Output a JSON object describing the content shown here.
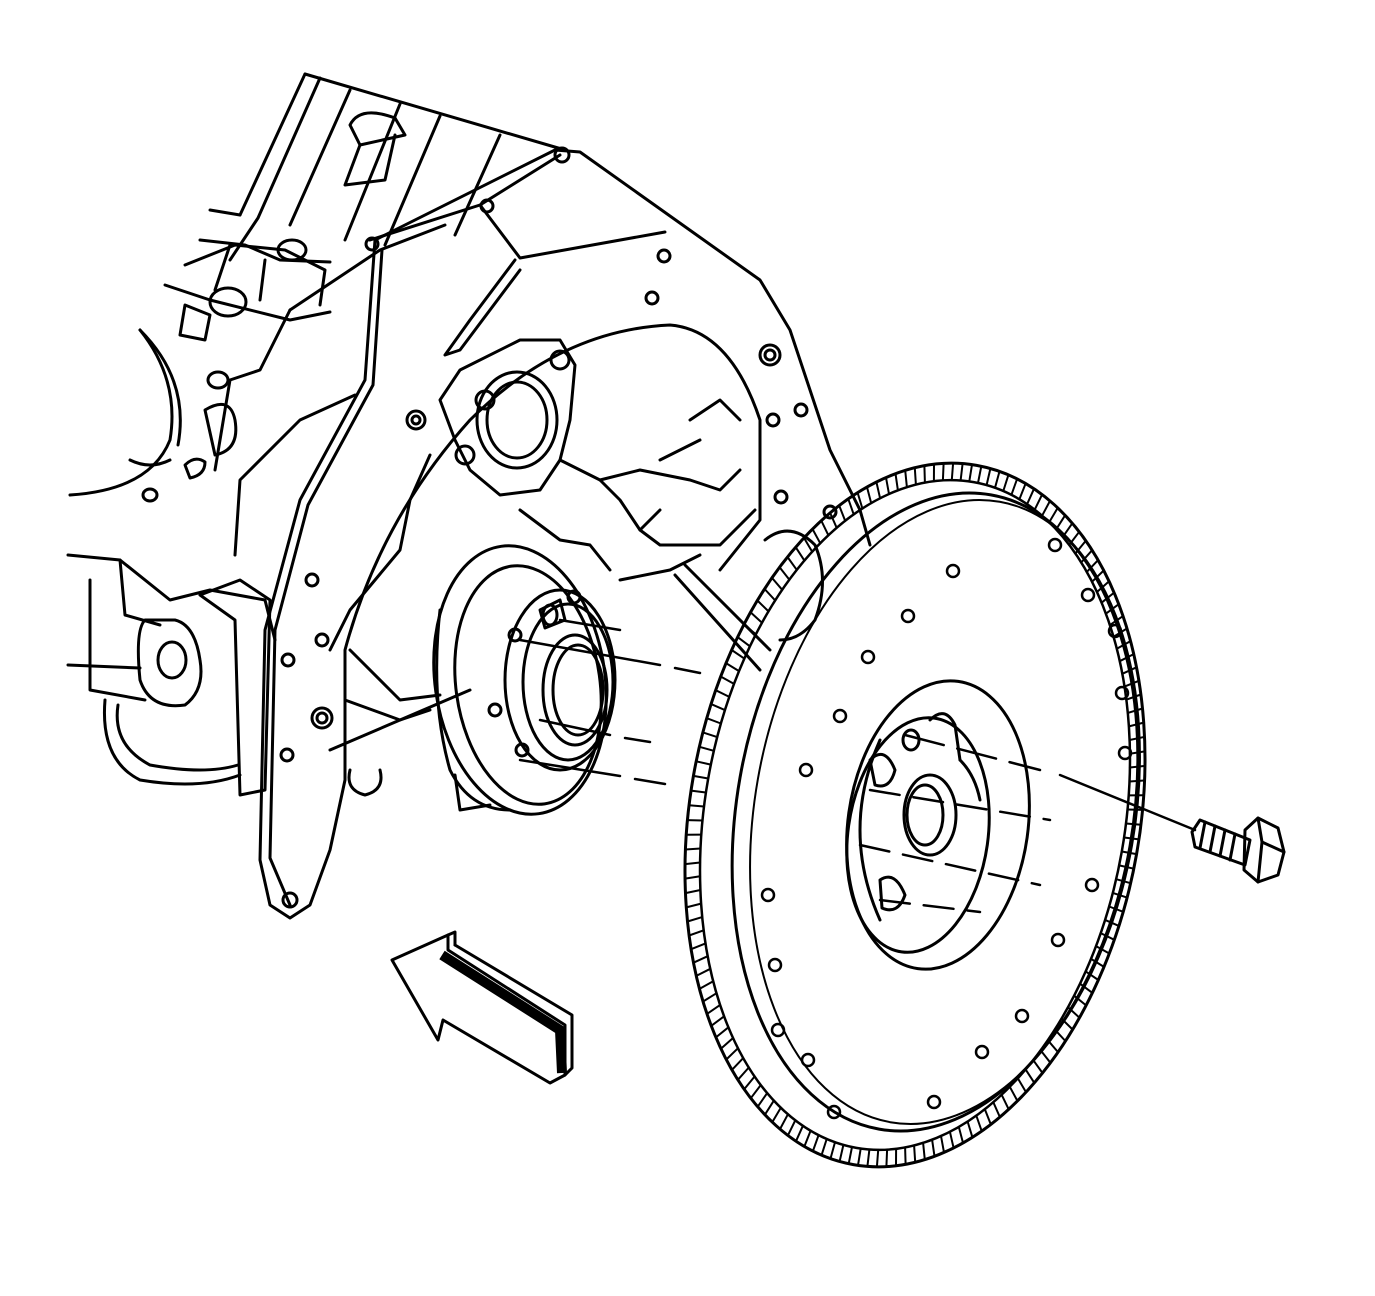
{
  "figure": {
    "kind": "exploded-view line drawing",
    "parts": [
      {
        "id": "engine-block-rear",
        "label": ""
      },
      {
        "id": "engine-rear-plate",
        "label": ""
      },
      {
        "id": "crankshaft-flange",
        "label": ""
      },
      {
        "id": "flywheel",
        "label": ""
      },
      {
        "id": "flywheel-bolt",
        "label": ""
      },
      {
        "id": "front-direction-arrow",
        "label": ""
      }
    ],
    "colors": {
      "stroke": "#000000",
      "background": "#ffffff"
    }
  }
}
